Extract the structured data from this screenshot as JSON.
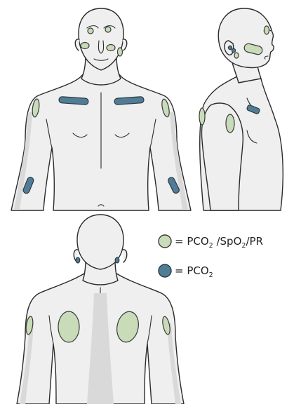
{
  "colors": {
    "green_sensor": "#c9dcb9",
    "blue_sensor": "#517c95",
    "sensor_outline": "#3a3a3a",
    "skin": "#efefef",
    "skin_shadow": "#d9d9d9",
    "outline": "#2b2b2b"
  },
  "legend": {
    "green": {
      "prefix": "= PCO",
      "sub1": "2",
      "middle": " /SpO",
      "sub2": "2",
      "suffix": "/PR"
    },
    "blue": {
      "prefix": "= PCO",
      "sub1": "2"
    }
  },
  "views": [
    "front",
    "side",
    "back"
  ]
}
